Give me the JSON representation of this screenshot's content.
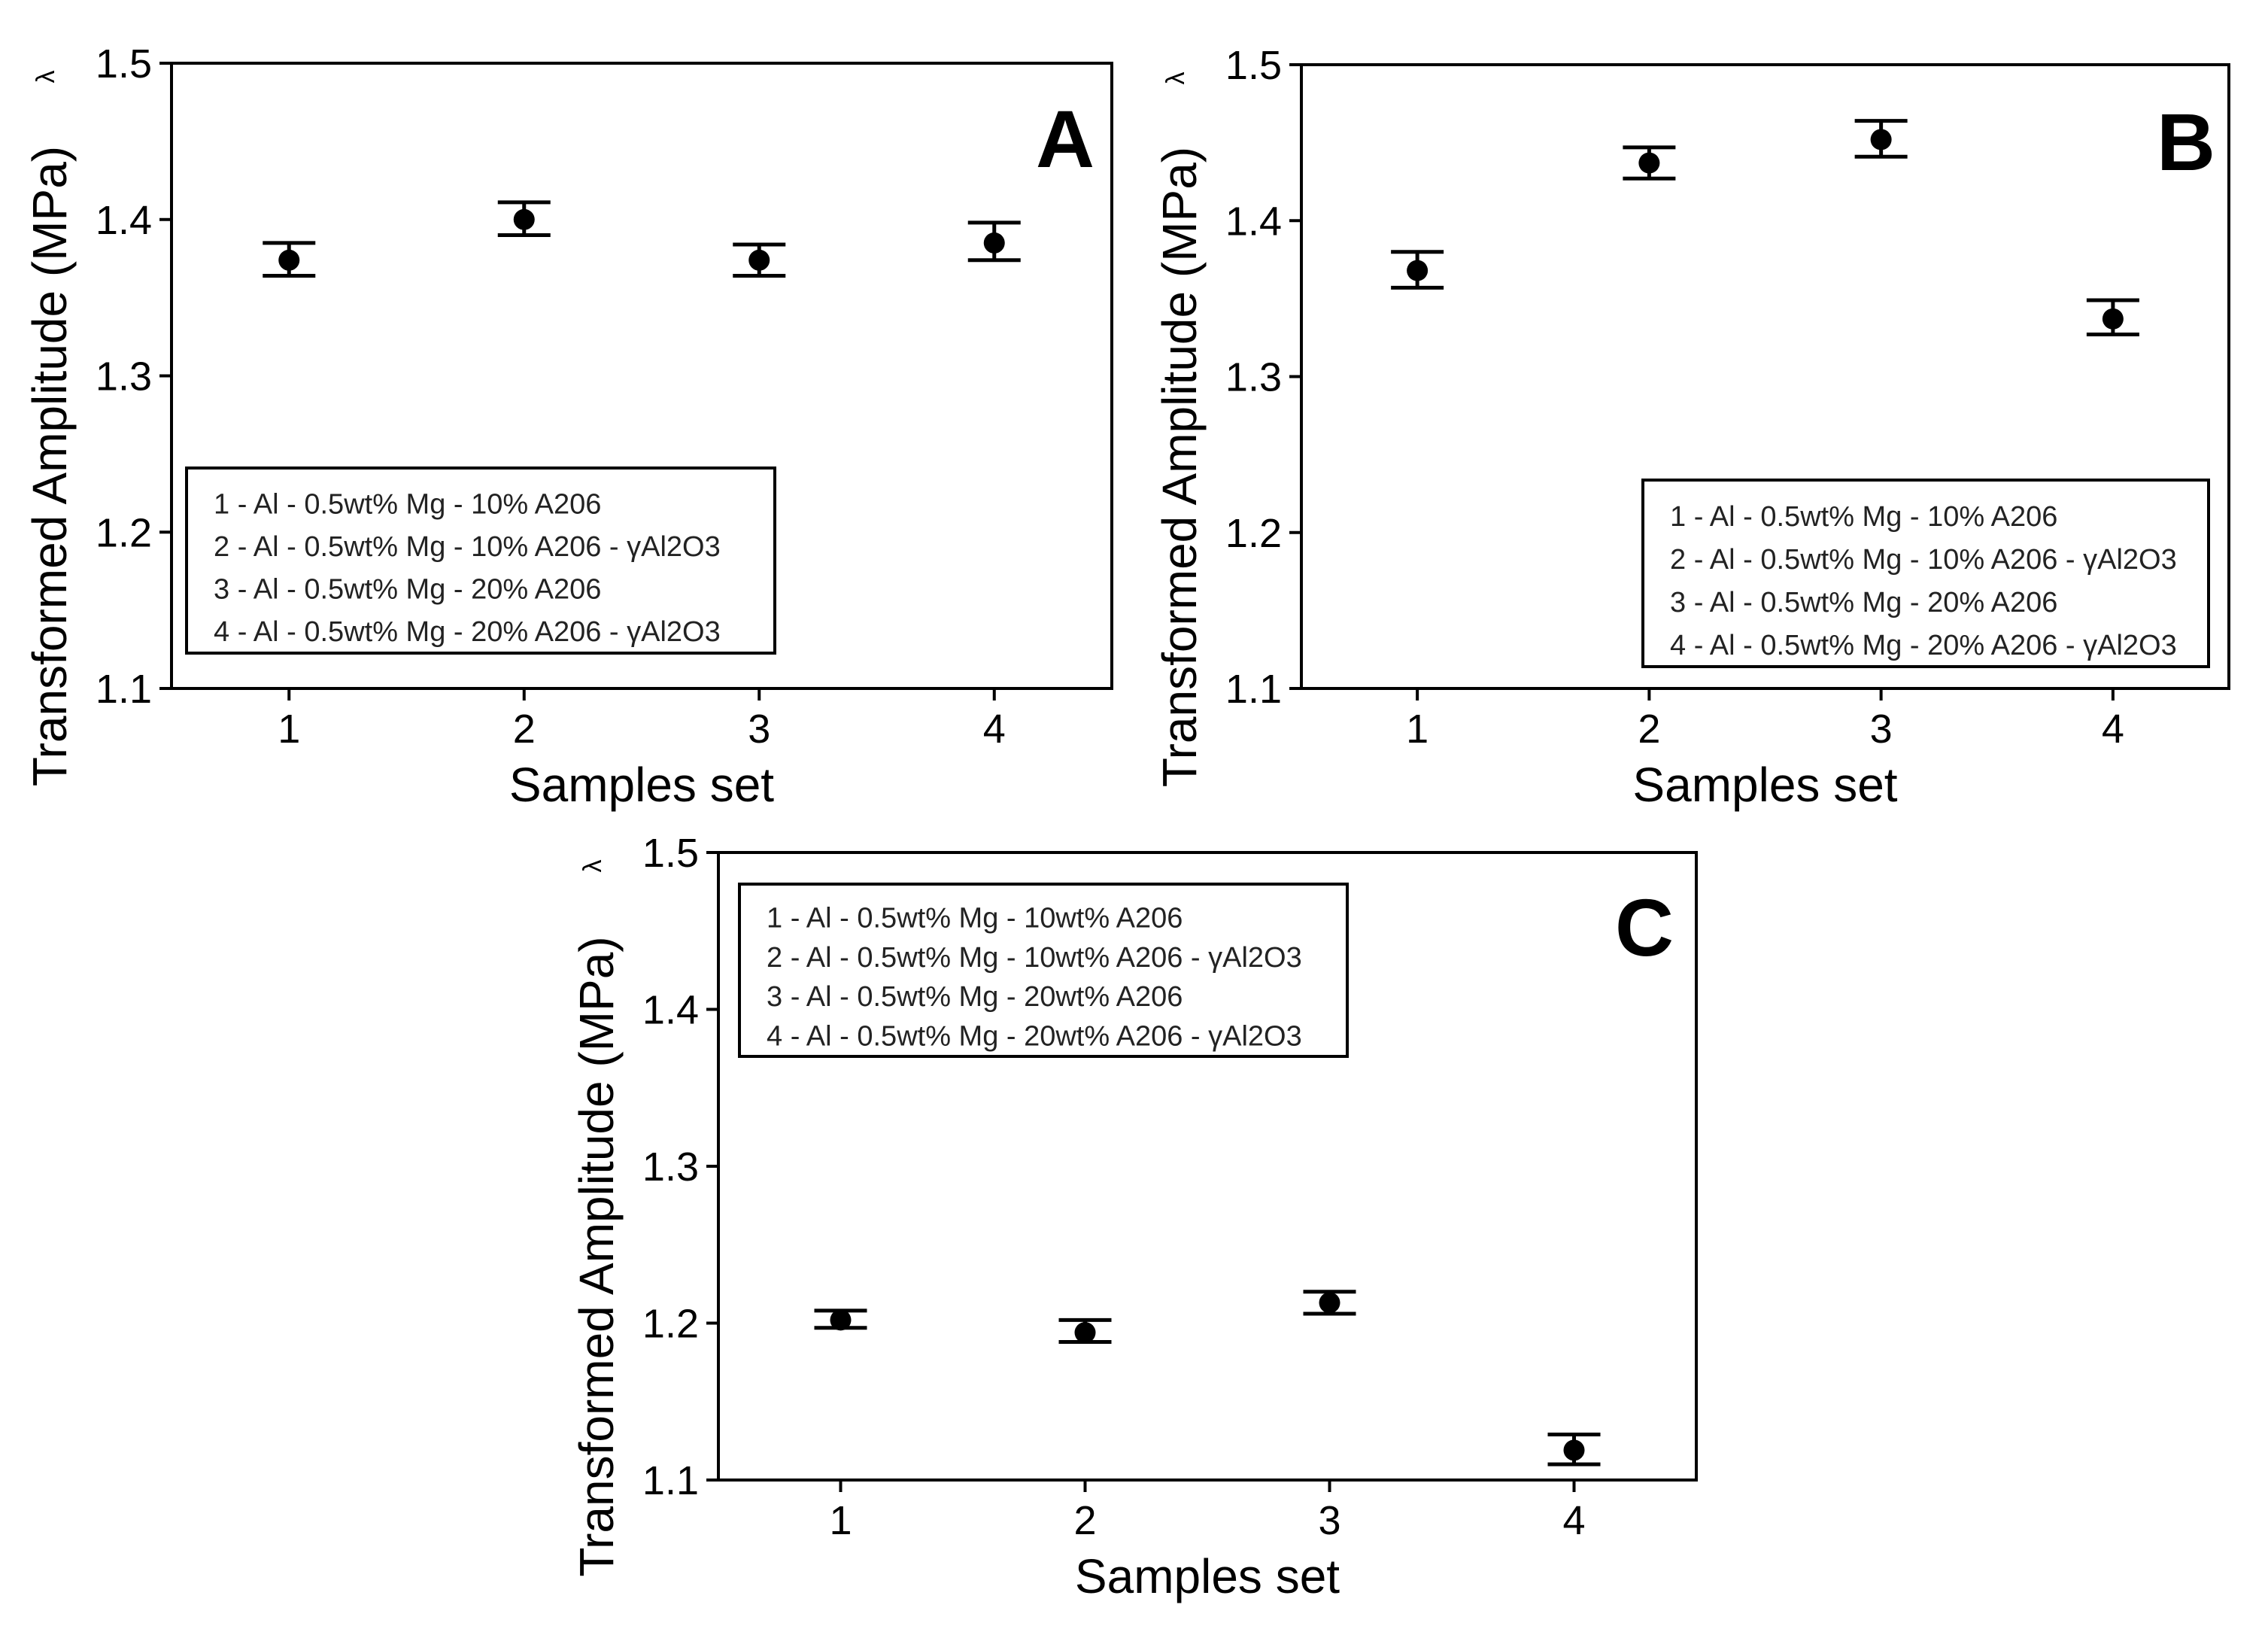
{
  "chart_data": [
    {
      "type": "scatter",
      "panel": "A",
      "xlabel": "Samples set",
      "ylabel": "Transformed Amplitude (MPa)",
      "ylabel_suffix": "λ",
      "ylim": [
        1.1,
        1.5
      ],
      "yticks": [
        "1.1",
        "1.2",
        "1.3",
        "1.4",
        "1.5"
      ],
      "xlim": [
        0.5,
        4.5
      ],
      "xticks": [
        "1",
        "2",
        "3",
        "4"
      ],
      "grid": false,
      "legend_position": "bottom-left",
      "legend": [
        "1 - Al - 0.5wt% Mg - 10% A206",
        "2 - Al - 0.5wt% Mg - 10% A206 - γAl2O3",
        "3 - Al - 0.5wt% Mg - 20% A206",
        "4 - Al - 0.5wt% Mg - 20% A206 - γAl2O3"
      ],
      "points": [
        {
          "x": 1,
          "y": 1.374,
          "err_low": 1.364,
          "err_high": 1.385
        },
        {
          "x": 2,
          "y": 1.4,
          "err_low": 1.39,
          "err_high": 1.411
        },
        {
          "x": 3,
          "y": 1.374,
          "err_low": 1.364,
          "err_high": 1.384
        },
        {
          "x": 4,
          "y": 1.385,
          "err_low": 1.374,
          "err_high": 1.398
        }
      ]
    },
    {
      "type": "scatter",
      "panel": "B",
      "xlabel": "Samples set",
      "ylabel": "Transformed Amplitude (MPa)",
      "ylabel_suffix": "λ",
      "ylim": [
        1.1,
        1.5
      ],
      "yticks": [
        "1.1",
        "1.2",
        "1.3",
        "1.4",
        "1.5"
      ],
      "xlim": [
        0.5,
        4.5
      ],
      "xticks": [
        "1",
        "2",
        "3",
        "4"
      ],
      "grid": false,
      "legend_position": "bottom-right",
      "legend": [
        "1 - Al - 0.5wt% Mg - 10% A206",
        "2 - Al - 0.5wt% Mg - 10% A206 - γAl2O3",
        "3 - Al - 0.5wt% Mg - 20% A206",
        "4 - Al - 0.5wt% Mg - 20% A206 - γAl2O3"
      ],
      "points": [
        {
          "x": 1,
          "y": 1.368,
          "err_low": 1.357,
          "err_high": 1.38
        },
        {
          "x": 2,
          "y": 1.437,
          "err_low": 1.427,
          "err_high": 1.447
        },
        {
          "x": 3,
          "y": 1.452,
          "err_low": 1.441,
          "err_high": 1.464
        },
        {
          "x": 4,
          "y": 1.337,
          "err_low": 1.327,
          "err_high": 1.349
        }
      ]
    },
    {
      "type": "scatter",
      "panel": "C",
      "xlabel": "Samples set",
      "ylabel": "Transformed Amplitude (MPa)",
      "ylabel_suffix": "λ",
      "ylim": [
        1.1,
        1.5
      ],
      "yticks": [
        "1.1",
        "1.2",
        "1.3",
        "1.4",
        "1.5"
      ],
      "xlim": [
        0.5,
        4.5
      ],
      "xticks": [
        "1",
        "2",
        "3",
        "4"
      ],
      "grid": false,
      "legend_position": "top-left",
      "legend": [
        "1 - Al - 0.5wt% Mg - 10wt% A206",
        "2 - Al - 0.5wt% Mg - 10wt% A206 - γAl2O3",
        "3 - Al - 0.5wt% Mg - 20wt% A206",
        "4 - Al - 0.5wt% Mg - 20wt% A206 - γAl2O3"
      ],
      "points": [
        {
          "x": 1,
          "y": 1.202,
          "err_low": 1.197,
          "err_high": 1.208
        },
        {
          "x": 2,
          "y": 1.194,
          "err_low": 1.188,
          "err_high": 1.202
        },
        {
          "x": 3,
          "y": 1.213,
          "err_low": 1.206,
          "err_high": 1.22
        },
        {
          "x": 4,
          "y": 1.119,
          "err_low": 1.11,
          "err_high": 1.129
        }
      ]
    }
  ]
}
